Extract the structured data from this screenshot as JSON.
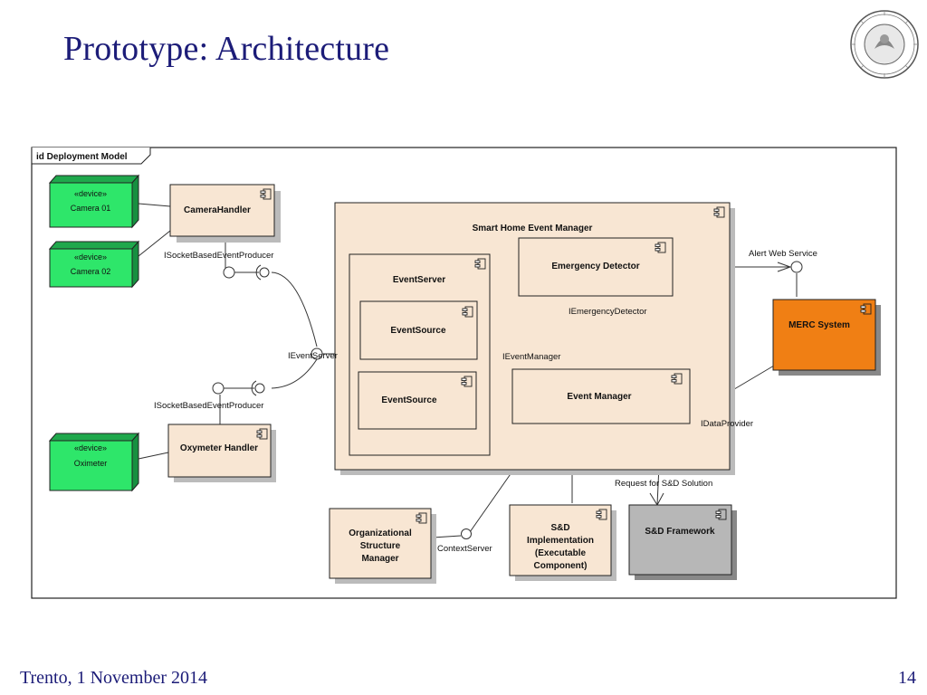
{
  "slide": {
    "title": "Prototype: Architecture",
    "footer_left": "Trento, 1 November 2014",
    "page_number": "14"
  },
  "colors": {
    "title": "#1c1c78",
    "component_fill": "#f8e6d3",
    "device_fill": "#2ee66a",
    "merc_fill": "#f07f14",
    "framework_fill": "#b7b7b7"
  },
  "diagram": {
    "frame_label": "id Deployment Model",
    "devices": {
      "camera1": {
        "stereotype": "«device»",
        "name": "Camera 01"
      },
      "camera2": {
        "stereotype": "«device»",
        "name": "Camera 02"
      },
      "oximeter": {
        "stereotype": "«device»",
        "name": "Oximeter"
      }
    },
    "components": {
      "camera_handler": "CameraHandler",
      "oxymeter_handler": "Oxymeter Handler",
      "smart_home": "Smart Home Event Manager",
      "event_server": "EventServer",
      "event_source_1": "EventSource",
      "event_source_2": "EventSource",
      "emergency_detector": "Emergency Detector",
      "event_manager": "Event Manager",
      "merc_system": "MERC System",
      "org_structure": [
        "Organizational",
        "Structure",
        "Manager"
      ],
      "sd_implementation": [
        "S&D",
        "Implementation",
        "(Executable",
        "Component)"
      ],
      "sd_framework": "S&D Framework"
    },
    "interfaces": {
      "socket_producer_1": "ISocketBasedEventProducer",
      "socket_producer_2": "ISocketBasedEventProducer",
      "ievent_server": "IEventServer",
      "ievent_manager": "IEventManager",
      "iemergency_detector": "IEmergencyDetector",
      "alert_web_service": "Alert Web Service",
      "idata_provider": "IDataProvider",
      "context_server": "ContextServer",
      "request_sd": "Request for S&D Solution"
    }
  }
}
